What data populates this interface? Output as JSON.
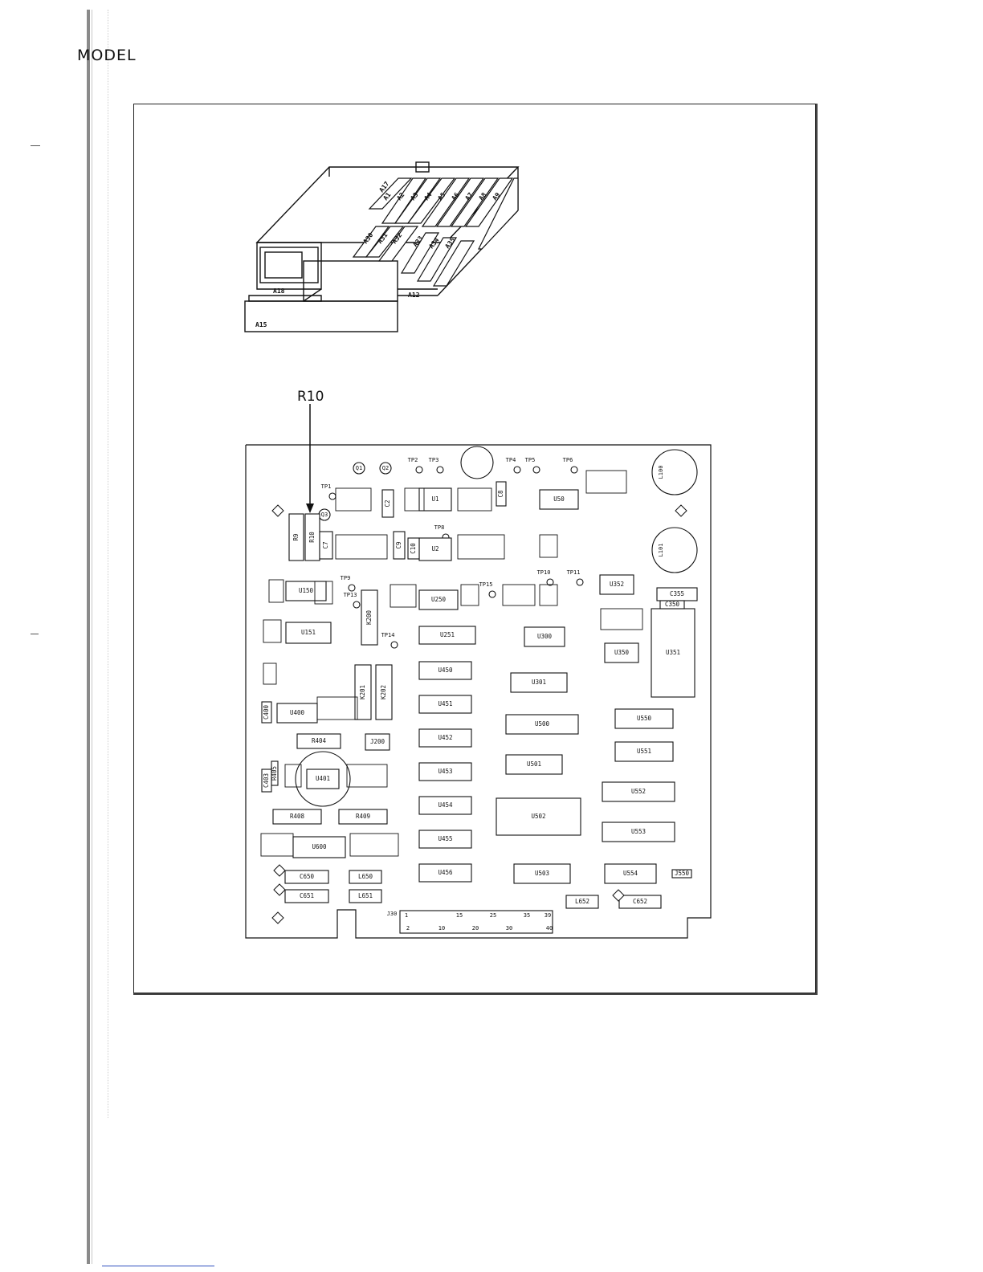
{
  "header": {
    "model_label": "MODEL"
  },
  "figure": {
    "callout_label": "R10",
    "chassis": {
      "cards": [
        "A17",
        "A1",
        "A2",
        "A3",
        "A4",
        "A5",
        "A6",
        "A7",
        "A8",
        "A9"
      ],
      "lower_cards": [
        "A30",
        "A31",
        "A32",
        "A33",
        "A34",
        "A35"
      ],
      "labels": {
        "a18": "A18",
        "a15": "A15",
        "a12": "A12"
      }
    },
    "board": {
      "test_points": [
        "TP1",
        "TP2",
        "TP3",
        "TP4",
        "TP5",
        "TP6",
        "TP8",
        "TP9",
        "TP10",
        "TP11",
        "TP13",
        "TP14",
        "TP15"
      ],
      "transistors": [
        "Q1",
        "Q2",
        "Q3"
      ],
      "ics": [
        "U1",
        "U2",
        "U50",
        "U150",
        "U151",
        "U250",
        "U251",
        "U300",
        "U301",
        "U350",
        "U351",
        "U352",
        "U400",
        "U401",
        "U450",
        "U451",
        "U452",
        "U453",
        "U454",
        "U455",
        "U456",
        "U500",
        "U501",
        "U502",
        "U503",
        "U550",
        "U551",
        "U552",
        "U553",
        "U554",
        "U600"
      ],
      "relays": [
        "K200",
        "K201",
        "K202"
      ],
      "inductors": [
        "L100",
        "L101",
        "L650",
        "L651",
        "L652"
      ],
      "big_parts": [
        "R9",
        "R10",
        "C7",
        "C2",
        "C9",
        "C10",
        "C8",
        "R404",
        "J200",
        "R408",
        "R409",
        "C650",
        "C651",
        "C652",
        "C355",
        "C350",
        "J550",
        "R405",
        "C403",
        "C400"
      ],
      "connector": {
        "name": "J30",
        "top_pins": [
          "1",
          "15",
          "25",
          "35",
          "39"
        ],
        "bottom_pins": [
          "2",
          "10",
          "20",
          "30",
          "40"
        ]
      }
    }
  }
}
